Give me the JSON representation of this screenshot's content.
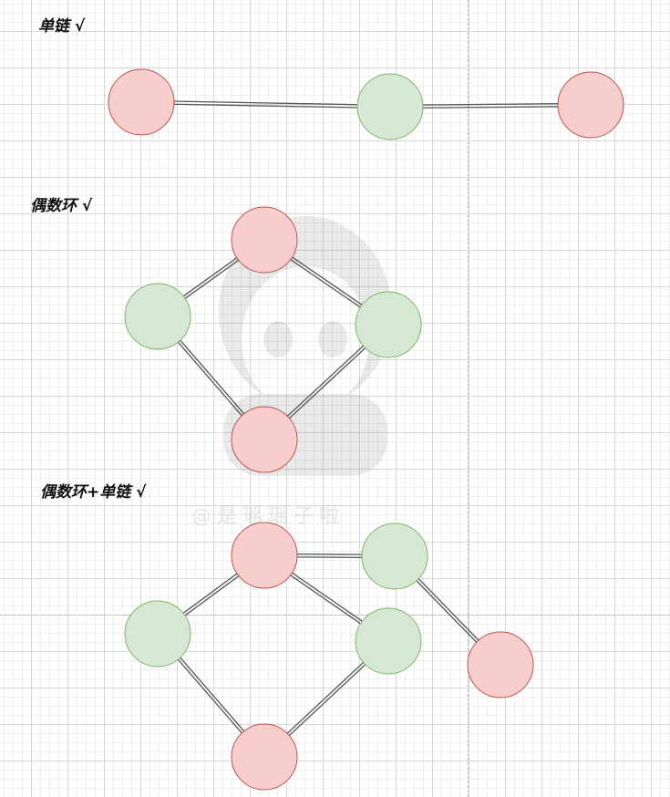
{
  "labels": {
    "single_chain": "单链 √",
    "even_cycle": "偶数环 √",
    "even_cycle_plus_chain": "偶数环+单链 √"
  },
  "watermark": "@是瑶瑶子啦",
  "colors": {
    "red_fill": "#f8cecc",
    "red_stroke": "#b85450",
    "green_fill": "#d5e8d4",
    "green_stroke": "#82b366",
    "edge": "#555555"
  }
}
